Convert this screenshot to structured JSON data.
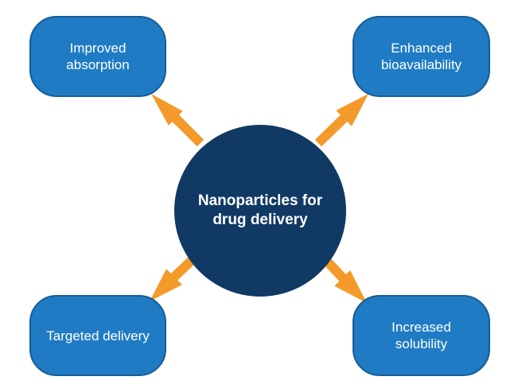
{
  "center": {
    "label": "Nanoparticles for drug delivery",
    "fill_color": "#103a64"
  },
  "outcomes": {
    "top_left": "Improved absorption",
    "top_right": "Enhanced bioavailability",
    "bottom_left": "Targeted delivery",
    "bottom_right": "Increased solubility"
  },
  "colors": {
    "box_fill": "#1f7bc4",
    "box_border": "#155d96",
    "arrow": "#f39a2b",
    "text": "#ffffff"
  }
}
